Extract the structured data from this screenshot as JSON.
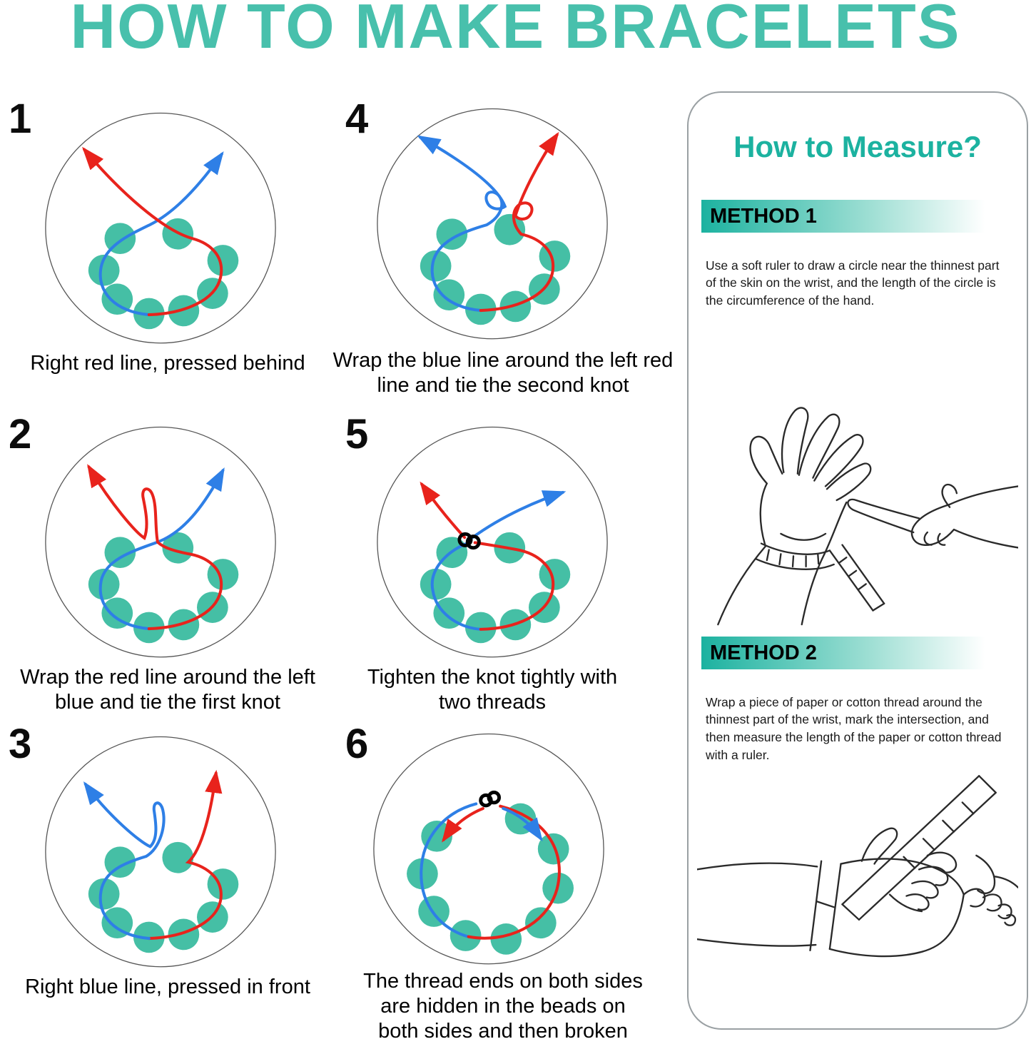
{
  "title": "HOW TO MAKE BRACELETS",
  "steps": [
    {
      "num": "1",
      "caption": "Right red line, pressed behind"
    },
    {
      "num": "2",
      "caption": "Wrap the red line around the left blue and tie the first knot"
    },
    {
      "num": "3",
      "caption": "Right blue line, pressed in front"
    },
    {
      "num": "4",
      "caption": "Wrap the blue line around the left red line and tie the second knot"
    },
    {
      "num": "5",
      "caption": "Tighten the knot tightly with two threads"
    },
    {
      "num": "6",
      "caption": "The thread ends on both sides are hidden in the beads on both sides and then broken"
    }
  ],
  "measure": {
    "title": "How to Measure?",
    "method1_label": "METHOD 1",
    "method1_text": "Use a soft ruler to draw a circle near the thinnest part of the skin on the wrist, and the length of the circle is the circumference of the hand.",
    "method2_label": "METHOD 2",
    "method2_text": "Wrap a piece of paper or cotton thread around the thinnest part of the wrist, mark the intersection, and then measure the length of the paper or cotton thread with a ruler."
  },
  "colors": {
    "accent": "#48C0AC",
    "accent_dark": "#1CB2A0",
    "red": "#E8231C",
    "blue": "#2E7FE6",
    "bead": "#45BFA5"
  }
}
